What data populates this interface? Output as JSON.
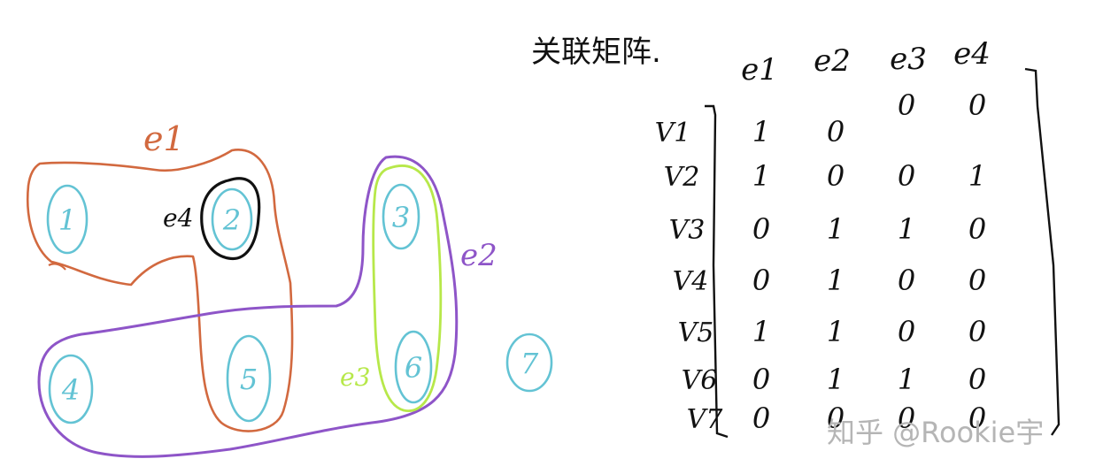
{
  "colors": {
    "e1": "#D2693F",
    "e2": "#8E55C8",
    "e3": "#B7E84A",
    "e4": "#111111",
    "vertex": "#63C3D4",
    "ink": "#111111",
    "watermark": "#B5B5B5"
  },
  "hypergraph": {
    "vertices": [
      "1",
      "2",
      "3",
      "4",
      "5",
      "6",
      "7"
    ],
    "edge_labels": {
      "e1": "e1",
      "e2": "e2",
      "e3": "e3",
      "e4": "e4"
    }
  },
  "matrix": {
    "title": "关联矩阵.",
    "col_headers": [
      "e1",
      "e2",
      "e3",
      "e4"
    ],
    "row_headers": [
      "V1",
      "V2",
      "V3",
      "V4",
      "V5",
      "V6",
      "V7"
    ],
    "cells": [
      [
        "1",
        "0",
        "0",
        "0"
      ],
      [
        "1",
        "0",
        "0",
        "1"
      ],
      [
        "0",
        "1",
        "1",
        "0"
      ],
      [
        "0",
        "1",
        "0",
        "0"
      ],
      [
        "1",
        "1",
        "0",
        "0"
      ],
      [
        "0",
        "1",
        "1",
        "0"
      ],
      [
        "0",
        "0",
        "0",
        "0"
      ]
    ]
  },
  "watermark": "知乎 @Rookie宇"
}
